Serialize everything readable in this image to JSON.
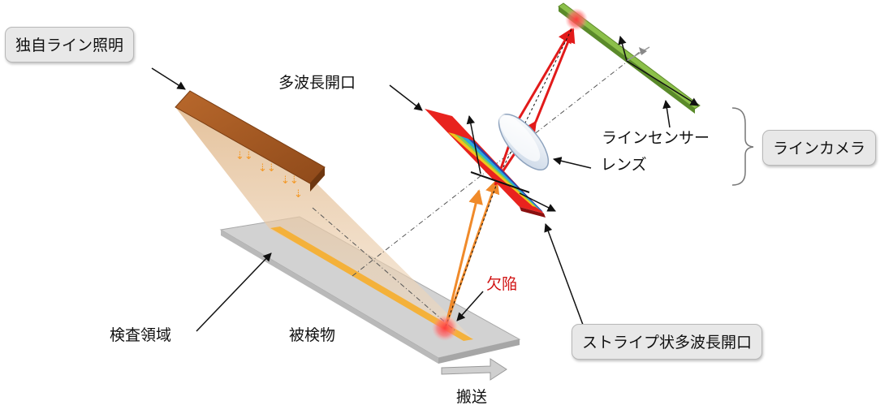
{
  "labels": {
    "illumination": "独自ライン照明",
    "multi_aperture": "多波長開口",
    "line_sensor": "ラインセンサー",
    "lens": "レンズ",
    "line_camera": "ラインカメラ",
    "defect": "欠陥",
    "inspection_area": "検査領域",
    "object": "被検物",
    "stripe_aperture": "ストライプ状多波長開口",
    "transport": "搬送"
  },
  "colors": {
    "illumination_bar": "#a55a22",
    "illumination_light": "#e9c9a0",
    "stage": "#cfcfcf",
    "inspection_line": "#f4b13a",
    "ray_red": "#e21a1a",
    "ray_orange": "#f08a2a",
    "sensor": "#8cc04a",
    "aperture_red": "#e8231e"
  }
}
